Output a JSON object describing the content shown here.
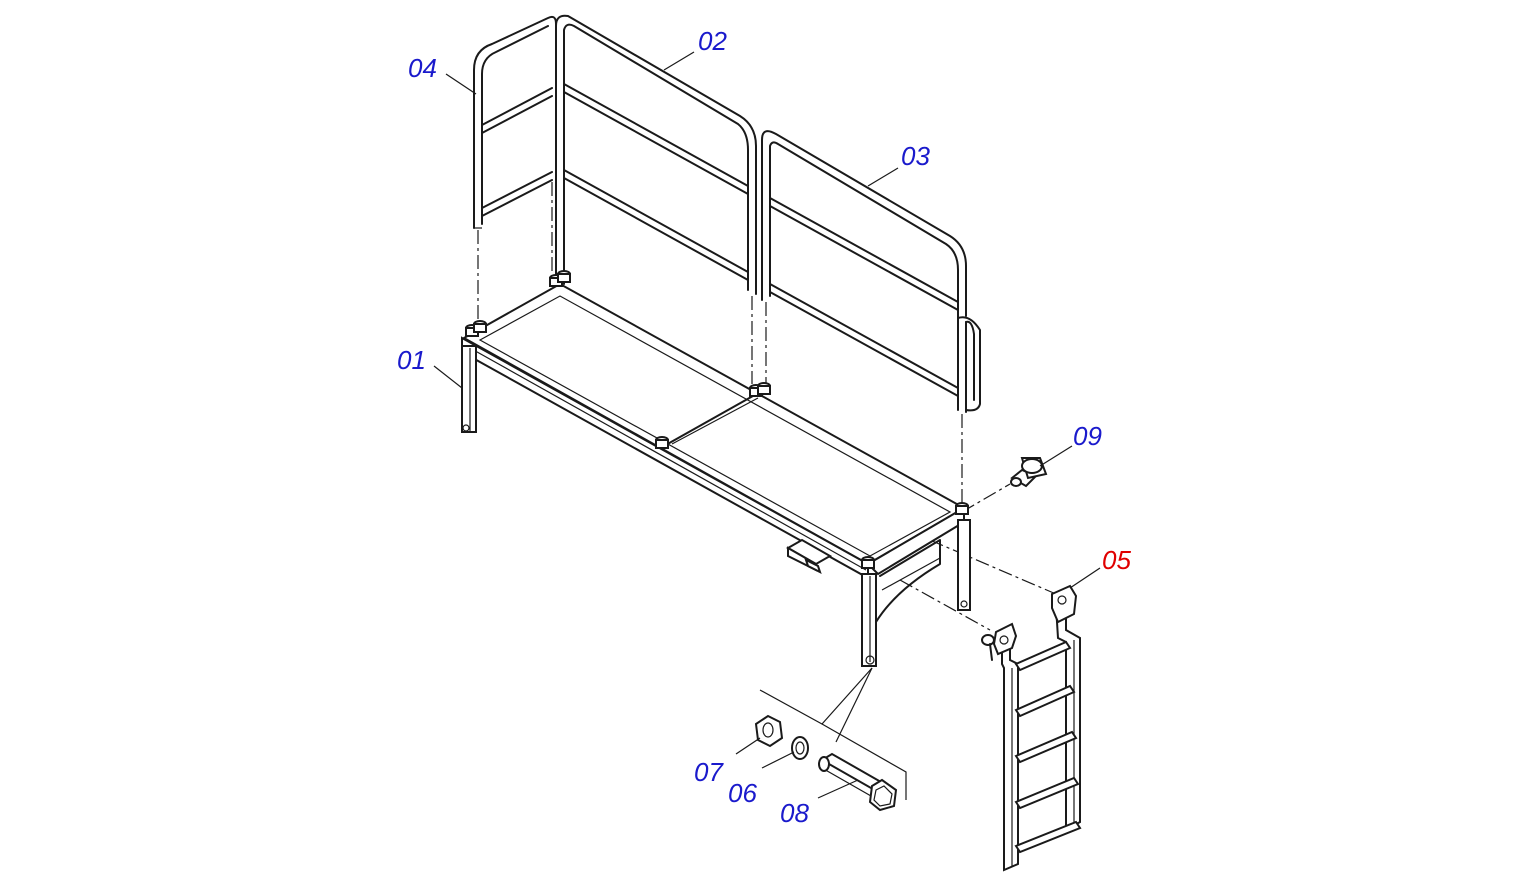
{
  "diagram": {
    "labels": [
      {
        "id": "01",
        "text": "01",
        "color": "#1a1acc"
      },
      {
        "id": "02",
        "text": "02",
        "color": "#1a1acc"
      },
      {
        "id": "03",
        "text": "03",
        "color": "#1a1acc"
      },
      {
        "id": "04",
        "text": "04",
        "color": "#1a1acc"
      },
      {
        "id": "05",
        "text": "05",
        "color": "#e00000"
      },
      {
        "id": "06",
        "text": "06",
        "color": "#1a1acc"
      },
      {
        "id": "07",
        "text": "07",
        "color": "#1a1acc"
      },
      {
        "id": "08",
        "text": "08",
        "color": "#1a1acc"
      },
      {
        "id": "09",
        "text": "09",
        "color": "#1a1acc"
      }
    ],
    "line_color": "#1a1a1a",
    "highlight_color": "#e00000",
    "label_color": "#1a1acc"
  }
}
